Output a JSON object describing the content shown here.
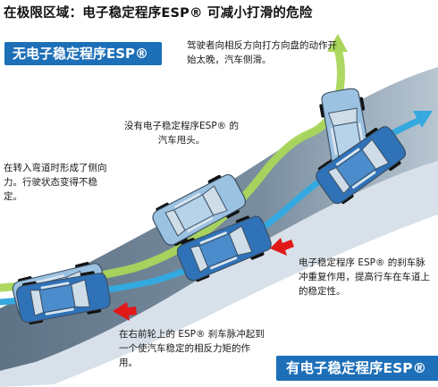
{
  "title": "在极限区域：电子稳定程序ESP® 可减小打滑的危险",
  "banners": {
    "without_esp": "无电子稳定程序ESP®",
    "with_esp": "有电子稳定程序ESP®"
  },
  "captions": {
    "driver_reaction": "驾驶者向相反方向打方向盘的动作开始太晚，汽车侧滑。",
    "no_esp_skid": "没有电子稳定程序ESP® 的汽车甩头。",
    "lateral_force": "在转入弯道时形成了侧向力。行驶状态变得不稳定。",
    "esp_brake_pulse": "电子稳定程序 ESP® 的刹车脉冲重复作用，提高行车在车道上的稳定性。",
    "front_wheel_pulse": "在右前轮上的 ESP® 刹车脉冲起到一个使汽车稳定的相反力矩的作用。"
  },
  "icons": [
    "green-path-arrow-icon",
    "blue-path-arrow-icon",
    "red-brake-arrow-icon"
  ],
  "colors": {
    "banner_blue": "#1d6fb8",
    "with_esp_path": "#34a9e0",
    "without_esp_path": "#a9d65a",
    "brake_arrow": "#e01818",
    "esp_car_body": "#2f72b8",
    "no_esp_car_body": "#9cc2e2"
  }
}
